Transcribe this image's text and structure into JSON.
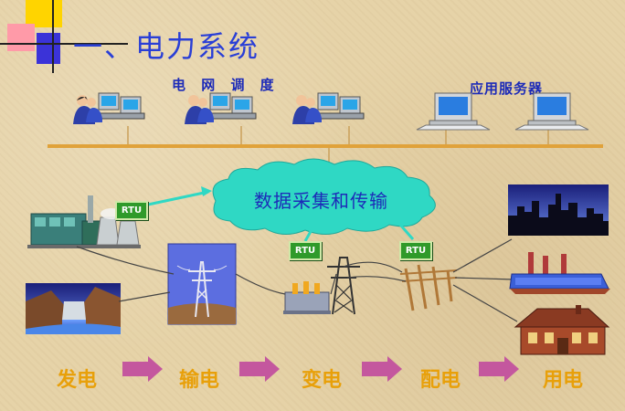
{
  "title": "一、电力系统",
  "labels": {
    "grid_dispatch": "电 网 调 度",
    "app_server": "应用服务器",
    "cloud": "数据采集和传输"
  },
  "rtu_label": "RTU",
  "stages": [
    "发电",
    "输电",
    "变电",
    "配电",
    "用电"
  ],
  "colors": {
    "title": "#2a3fd6",
    "label": "#1d2bb8",
    "bus": "#e0a23a",
    "stage": "#e8a00a",
    "arrow": "#c4579e",
    "cloud": "#2fd8c4",
    "rtu": "#2f9a2a"
  }
}
